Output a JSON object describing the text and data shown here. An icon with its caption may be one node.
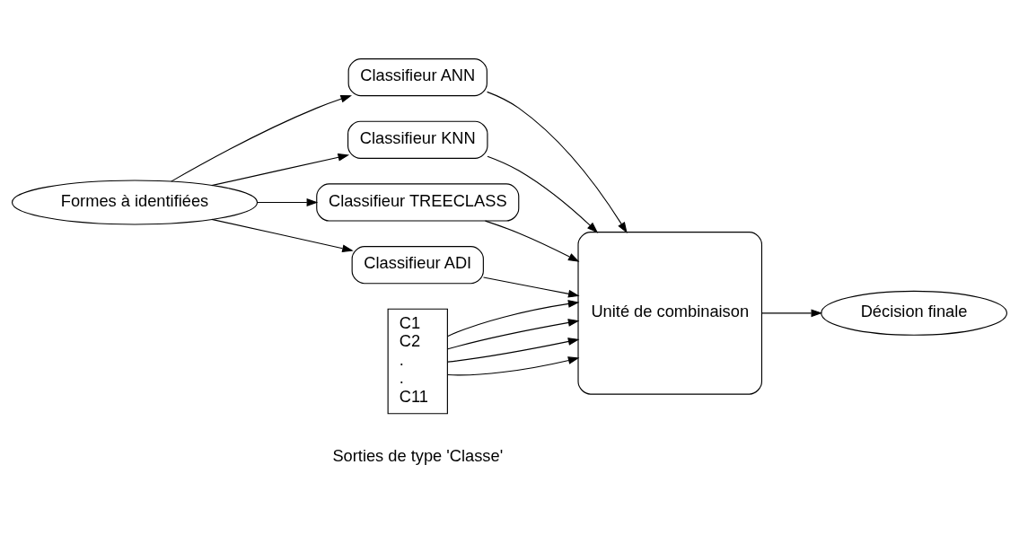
{
  "diagram": {
    "nodes": [
      {
        "text": [
          "Formes à identifiées"
        ]
      },
      {
        "text": [
          "Classifieur ANN"
        ]
      },
      {
        "text": [
          "Classifieur KNN"
        ]
      },
      {
        "text": [
          "Classifieur TREECLASS"
        ]
      },
      {
        "text": [
          "Classifieur ADI"
        ]
      },
      {
        "text": [
          "C1 C2 . . C11"
        ],
        "beside": [
          "Sorties de type 'Classe'"
        ]
      },
      {
        "text": [
          "Unité de combinaison"
        ]
      },
      {
        "text": [
          "Décision finale"
        ]
      }
    ],
    "edges": [
      {
        "from": 0,
        "to": 1,
        "arrow": "to"
      },
      {
        "from": 0,
        "to": 2,
        "arrow": "to"
      },
      {
        "from": 0,
        "to": 3,
        "arrow": "to"
      },
      {
        "from": 0,
        "to": 4,
        "arrow": "to"
      },
      {
        "from": 1,
        "to": 6,
        "arrow": "to"
      },
      {
        "from": 2,
        "to": 6,
        "arrow": "to"
      },
      {
        "from": 3,
        "to": 6,
        "arrow": "to"
      },
      {
        "from": 4,
        "to": 6,
        "arrow": "to"
      },
      {
        "from": 6,
        "to": 7,
        "arrow": "to"
      },
      {
        "from": 5,
        "to": 6,
        "arrow": "to"
      },
      {
        "from": 5,
        "to": 6,
        "arrow": "to"
      },
      {
        "from": 5,
        "to": 6,
        "arrow": "to"
      },
      {
        "from": 5,
        "to": 6,
        "arrow": "to"
      }
    ]
  }
}
